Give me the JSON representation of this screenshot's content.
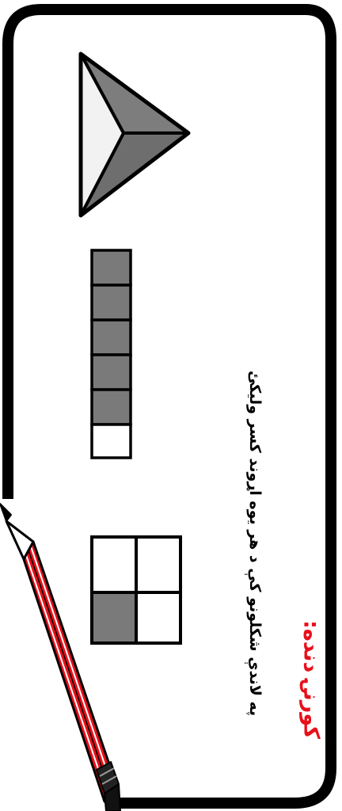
{
  "worksheet": {
    "heading": "كورنۍ دنده:",
    "instruction": "په لاندې شکلونو کې د هر يوه اړوند کسر وليکئ",
    "colors": {
      "frame": "#000000",
      "shaded": "#7a7a7a",
      "heading": "#e8101a",
      "pencil_body": "#e8101a"
    }
  },
  "shapes": {
    "grid_square": {
      "parts": 4,
      "shaded": 1
    },
    "bar": {
      "parts": 6,
      "shaded": 5
    },
    "triangle": {
      "parts": 3,
      "shaded": 2
    }
  }
}
